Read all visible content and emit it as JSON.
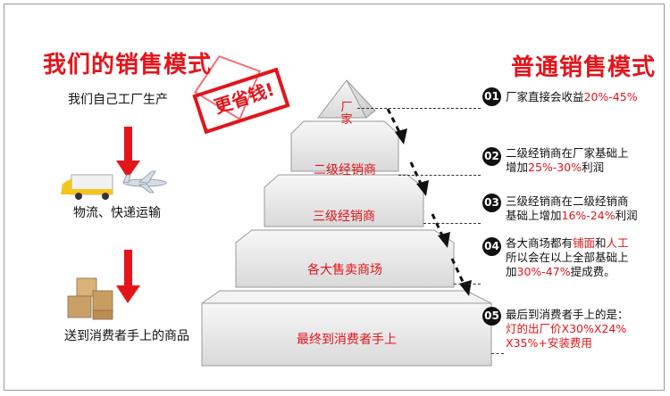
{
  "left": {
    "title": "我们的销售模式",
    "step1": "我们自己工厂生产",
    "step2": "物流、快递运输",
    "step3": "送到消费者手上的商品"
  },
  "stamp": {
    "text": "更省钱!"
  },
  "right": {
    "title": "普通销售模式"
  },
  "pyramid": {
    "levels": [
      "厂家",
      "二级经销商",
      "三级经销商",
      "各大售卖商场",
      "最终到消费者手上"
    ]
  },
  "steps": [
    {
      "num": "01",
      "parts": [
        [
          "厂家直接会收益",
          ""
        ],
        [
          "20%-45%",
          "red"
        ]
      ]
    },
    {
      "num": "02",
      "lines": [
        [
          [
            "二级经销商在厂家基础上",
            ""
          ]
        ],
        [
          [
            "增加",
            ""
          ],
          [
            "25%-30%",
            "red"
          ],
          [
            "利润",
            ""
          ]
        ]
      ]
    },
    {
      "num": "03",
      "lines": [
        [
          [
            "三级经销商在二级经销商",
            ""
          ]
        ],
        [
          [
            "基础上增加",
            ""
          ],
          [
            "16%-24%",
            "red"
          ],
          [
            "利润",
            ""
          ]
        ]
      ]
    },
    {
      "num": "04",
      "lines": [
        [
          [
            "各大商场都有",
            ""
          ],
          [
            "铺面",
            "red"
          ],
          [
            "和",
            ""
          ],
          [
            "人工",
            "red"
          ]
        ],
        [
          [
            "所以会在以上全部基础上",
            ""
          ]
        ],
        [
          [
            "加",
            ""
          ],
          [
            "30%-47%",
            "red"
          ],
          [
            "提成费。",
            ""
          ]
        ]
      ]
    },
    {
      "num": "05",
      "lines": [
        [
          [
            "最后到消费者手上的是：",
            ""
          ]
        ],
        [
          [
            "灯的出厂价X30%X24%",
            "red"
          ]
        ],
        [
          [
            "X35%+安装费用",
            "red"
          ]
        ]
      ]
    }
  ],
  "colors": {
    "accent": "#e3151b"
  }
}
